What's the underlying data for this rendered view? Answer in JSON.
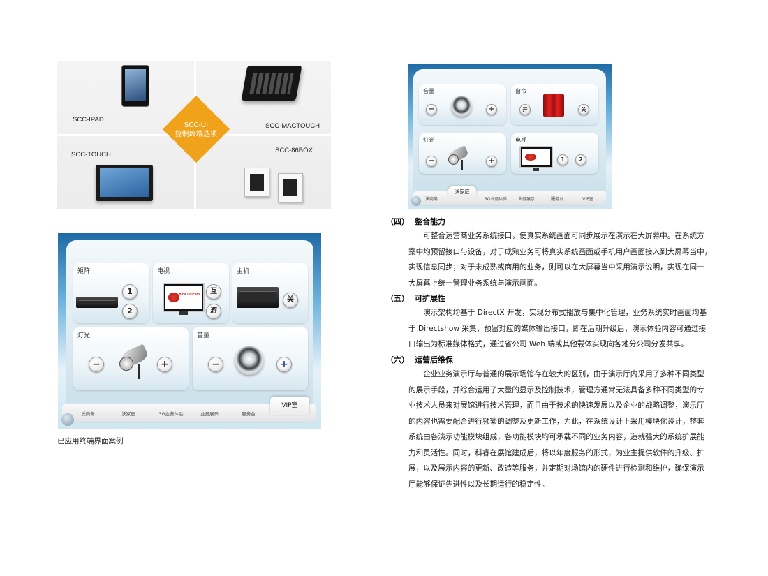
{
  "diagram": {
    "center_line1": "SCC-UI",
    "center_line2": "控制终端选项",
    "label_ipad": "SCC-IPAD",
    "label_mactouch": "SCC-MACTOUCH",
    "label_touch": "SCC-TOUCH",
    "label_86box": "SCC-86BOX"
  },
  "small_panel": {
    "card_volume": "音量",
    "card_curtain": "窗帘",
    "card_light": "灯光",
    "card_tv": "电视",
    "minus": "−",
    "plus": "+",
    "open": "开",
    "close": "关",
    "ch1": "1",
    "ch2": "2",
    "tabs": [
      "沃商务",
      "沃家庭",
      "3G业务体验",
      "业务展示",
      "服务台",
      "VIP室"
    ],
    "active_tab": "沃家庭"
  },
  "large_panel": {
    "card_matrix": "矩阵",
    "card_tv": "电视",
    "card_host": "主机",
    "card_light": "灯光",
    "card_volume": "音量",
    "btn1": "1",
    "btn2": "2",
    "btn_hu": "互",
    "btn_you": "游",
    "btn_close": "关",
    "minus": "−",
    "plus": "+",
    "tabs": [
      "沃商务",
      "沃家庭",
      "3G业务体验",
      "业务展示",
      "服务台"
    ],
    "active_tab": "VIP室",
    "tv_brand": "China unicom"
  },
  "caption": "已应用终端界面案例",
  "sections": [
    {
      "num": "（四）",
      "title": "整合能力",
      "lines": [
        "可整合运营商业务系统接口，使真实系统画面可同步展示在演示在大屏幕中。在系统方",
        "案中均预留接口与设备，对于成熟业务可将真实系统画面或手机用户画面接入到大屏幕当中，",
        "实现信息同步；对于未成熟或商用的业务，则可以在大屏幕当中采用演示说明，实现在同一",
        "大屏幕上统一管理业务系统与演示画面。"
      ]
    },
    {
      "num": "（五）",
      "title": "可扩展性",
      "lines": [
        "演示架构均基于 DirectX 开发，实现分布式播放与集中化管理，业务系统实时画面均基",
        "于 Directshow 采集，预留对应的媒体输出接口，即在后期升级后，演示体验内容可通过接",
        "口输出为标准媒体格式，通过省公司 Web 端或其他载体实现向各地分公司分发共享。"
      ]
    },
    {
      "num": "（六）",
      "title": "运营后维保",
      "lines": [
        "企业业务演示厅与普通的展示场馆存在较大的区别，由于演示厅内采用了多种不同类型",
        "的展示手段，并综合运用了大量的显示及控制技术，管理方通常无法具备多种不同类型的专",
        "业技术人员来对展馆进行技术管理，而且由于技术的快速发展以及企业的战略调整，演示厅",
        "的内容也需要配合进行频繁的调整及更新工作，为此，在系统设计上采用模块化设计，整套",
        "系统由各演示功能模块组成，各功能模块均可承载不同的业务内容，造就强大的系统扩展能",
        "力和灵活性。同时，科睿在展馆建成后，将以年度服务的形式，为业主提供软件的升级、扩",
        "展，以及展示内容的更新、改造等服务，并定期对场馆内的硬件进行检测和维护，确保演示",
        "厅能够保证先进性以及长期运行的稳定性。"
      ]
    }
  ]
}
